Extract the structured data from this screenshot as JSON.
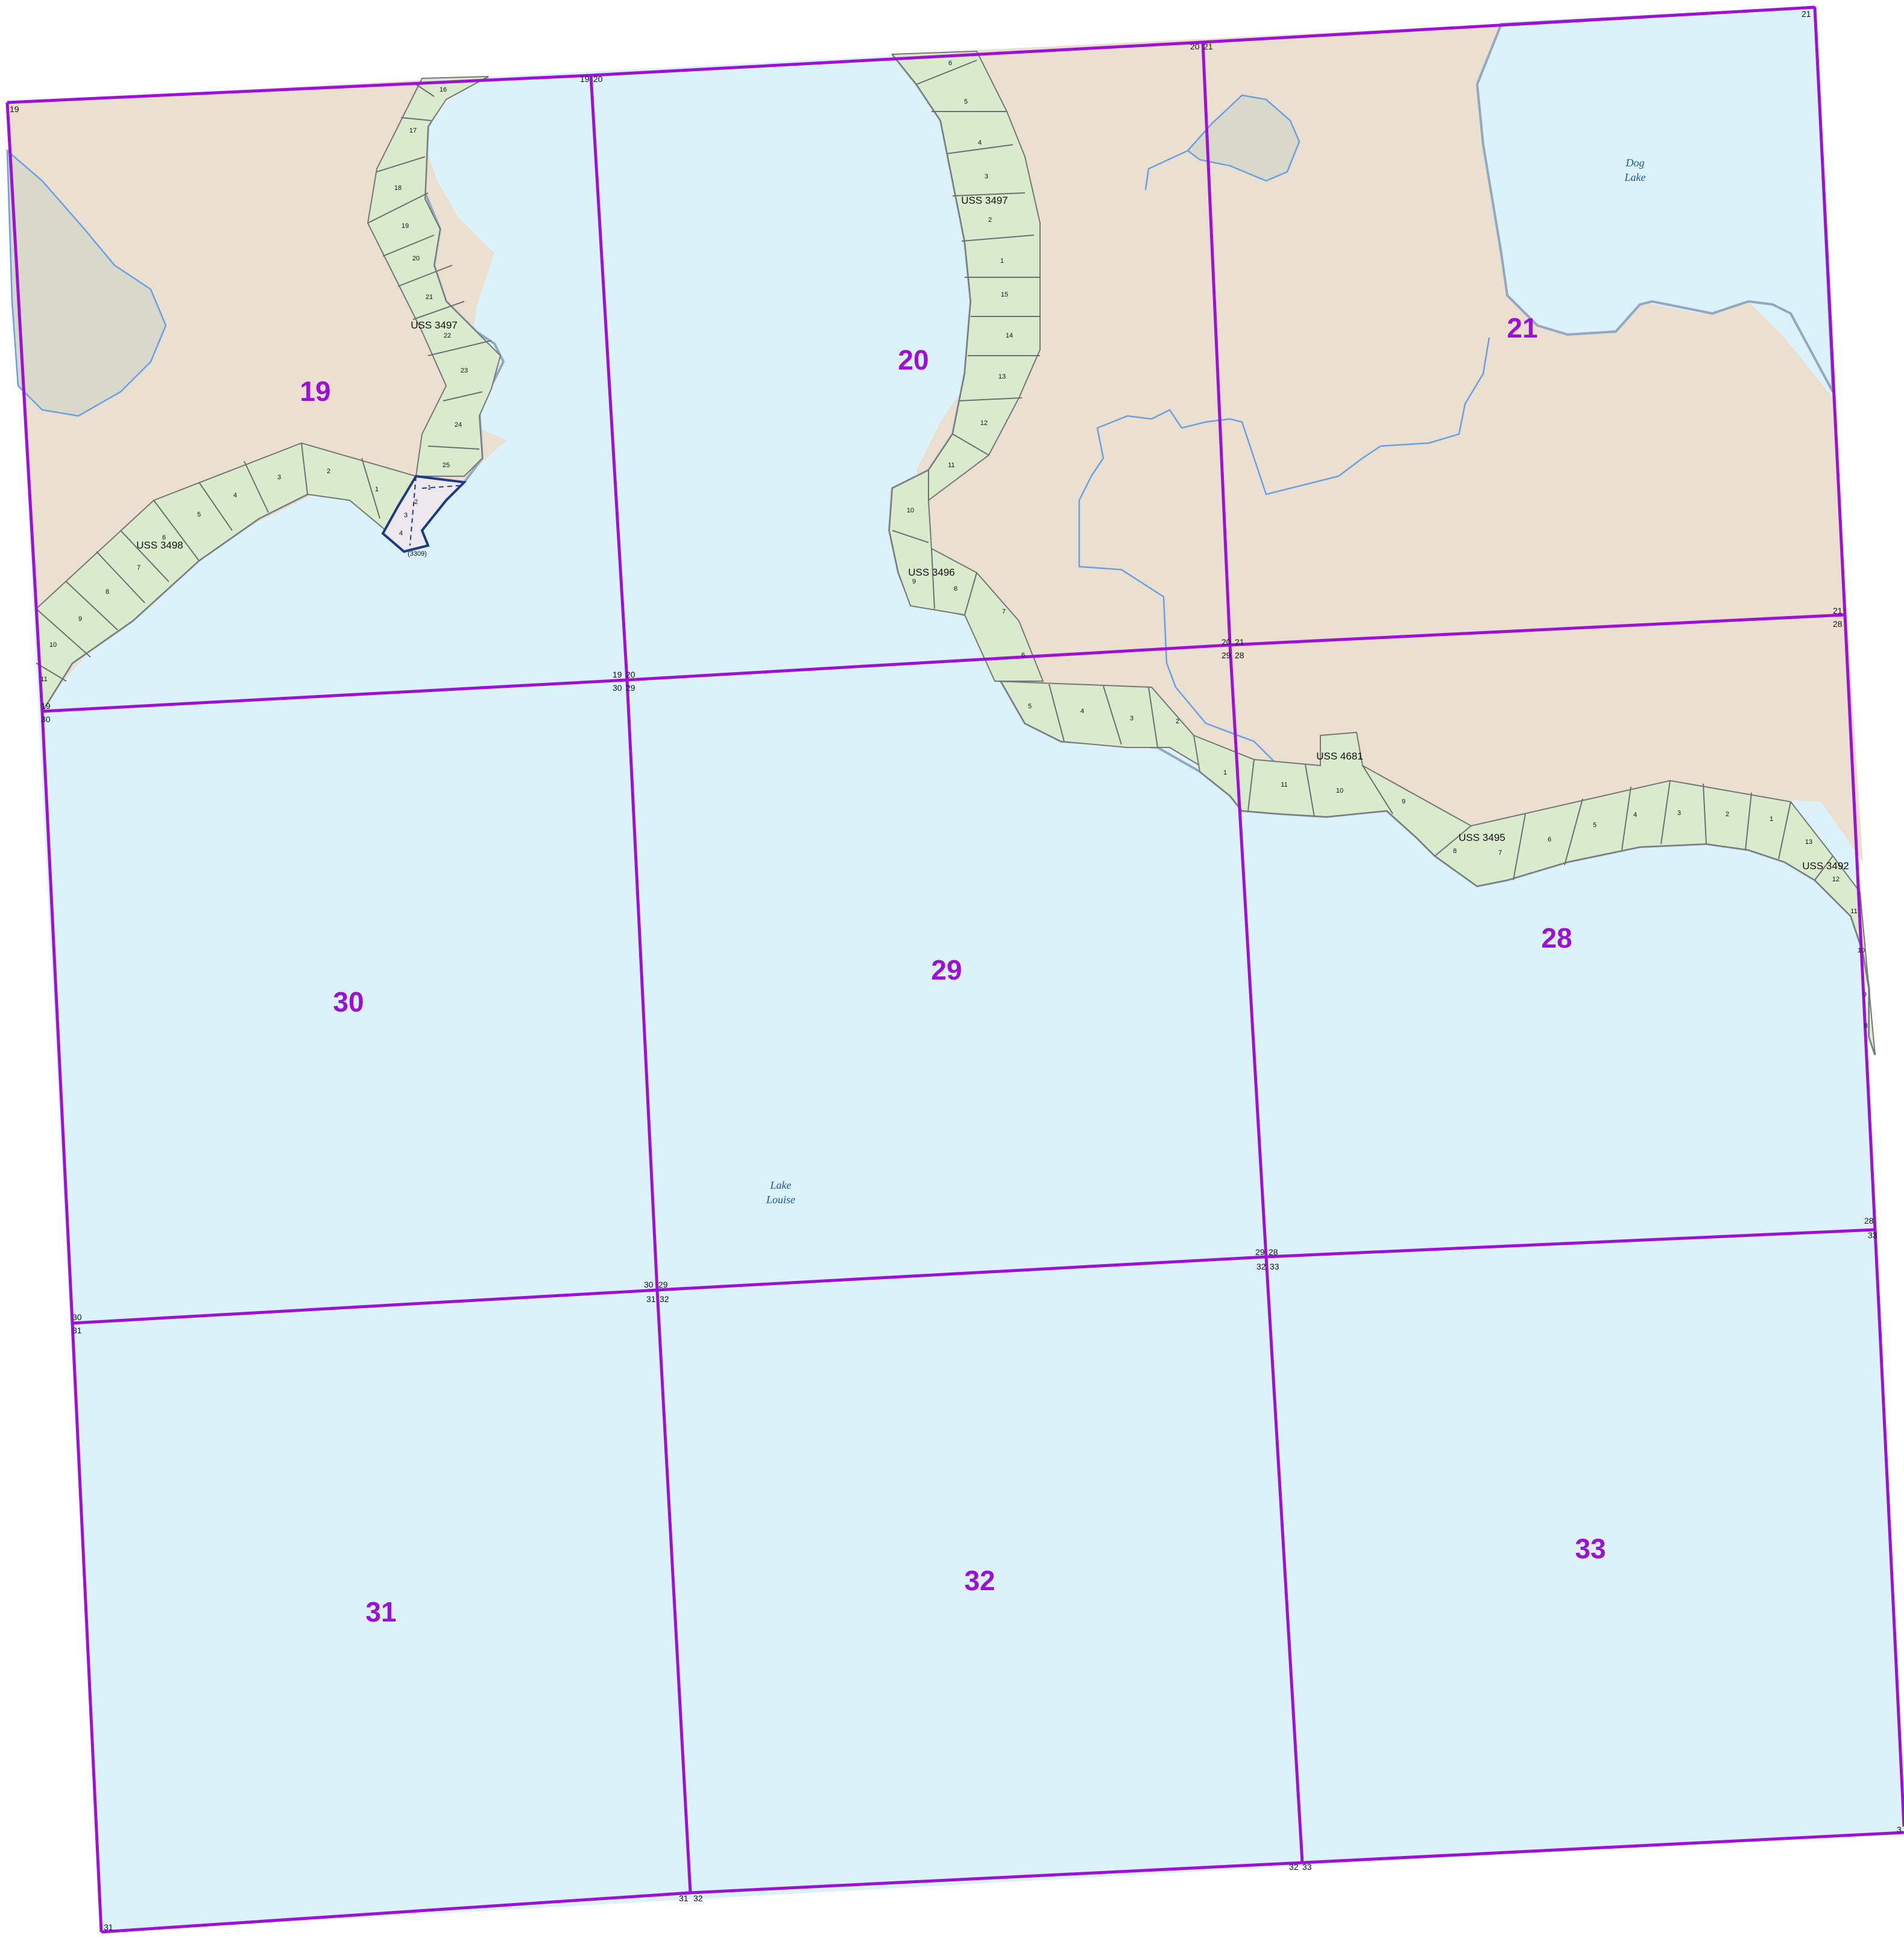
{
  "map": {
    "sections": [
      {
        "id": "19",
        "label": "19"
      },
      {
        "id": "20",
        "label": "20"
      },
      {
        "id": "21",
        "label": "21"
      },
      {
        "id": "30",
        "label": "30"
      },
      {
        "id": "29",
        "label": "29"
      },
      {
        "id": "28",
        "label": "28"
      },
      {
        "id": "31",
        "label": "31"
      },
      {
        "id": "32",
        "label": "32"
      },
      {
        "id": "33",
        "label": "33"
      }
    ],
    "water_labels": {
      "dog_lake": [
        "Dog",
        "Lake"
      ],
      "lake_louise": [
        "Lake",
        "Louise"
      ]
    },
    "surveys": {
      "uss3497_a": "USS 3497",
      "uss3497_b": "USS 3497",
      "uss3498": "USS 3498",
      "uss3496": "USS 3496",
      "uss4681": "USS 4681",
      "uss3495": "USS 3495",
      "uss3492": "USS 3492",
      "sub_code": "(3309)"
    },
    "corner_labels": [
      "19",
      "19",
      "20",
      "20",
      "21",
      "21",
      "21",
      "28",
      "19",
      "30",
      "19",
      "20",
      "30",
      "29",
      "20",
      "21",
      "29",
      "28",
      "30",
      "31",
      "30",
      "29",
      "31",
      "32",
      "29",
      "28",
      "32",
      "33",
      "28",
      "33",
      "31",
      "31",
      "32",
      "32",
      "33",
      "3"
    ],
    "colors": {
      "section_line": "#9d11d6",
      "water": "#dcf2fb",
      "land": "#ebdfcf",
      "lot_fill": "#d9ebcc",
      "marsh": "#d8d9cb",
      "stream": "#6aa0e6"
    },
    "lots": {
      "uss3497_w": [
        "16",
        "17",
        "18",
        "19",
        "20",
        "21",
        "22",
        "23",
        "24",
        "25"
      ],
      "uss3498": [
        "1",
        "2",
        "3",
        "4",
        "5",
        "6",
        "7",
        "8",
        "9",
        "10",
        "11"
      ],
      "sub": [
        "1",
        "2",
        "3",
        "4"
      ],
      "uss3497_e": [
        "6",
        "5",
        "4",
        "3",
        "2",
        "1",
        "15",
        "14",
        "13",
        "12",
        "11",
        "10"
      ],
      "uss3496": [
        "9",
        "8",
        "7",
        "6",
        "5",
        "4",
        "3",
        "2",
        "1"
      ],
      "uss4681": [
        "11",
        "10",
        "9"
      ],
      "uss3495": [
        "8",
        "7",
        "6",
        "5",
        "4",
        "3",
        "2",
        "1"
      ],
      "uss3492": [
        "13",
        "12",
        "11",
        "10",
        "9",
        "8"
      ]
    }
  }
}
